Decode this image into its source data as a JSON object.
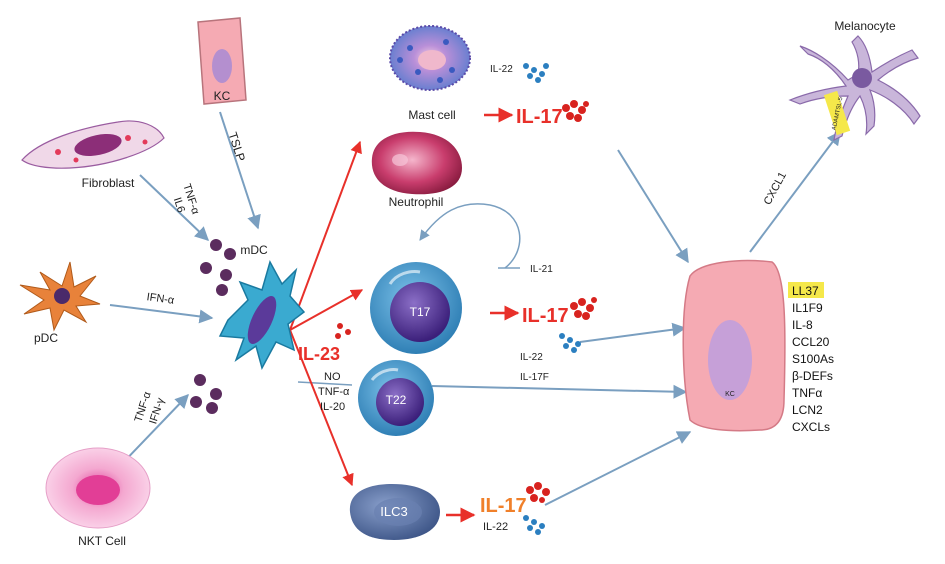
{
  "cells": {
    "kc_top": "KC",
    "fibroblast": "Fibroblast",
    "pdc": "pDC",
    "nkt": "NKT Cell",
    "mdc": "mDC",
    "mast": "Mast cell",
    "neutrophil": "Neutrophil",
    "t17": "T17",
    "t22": "T22",
    "ilc3": "ILC3",
    "kc_right": "KC",
    "melanocyte": "Melanocyte",
    "adamtsl5": "ADAMTSL-5"
  },
  "signals": {
    "tslp": "TSLP",
    "tnfa": "TNF-α",
    "il6": "IL6",
    "ifna": "IFN-α",
    "nkt_tnfa": "TNF-α",
    "nkt_ifng": "IFN-γ",
    "il23": "IL-23",
    "no": "NO",
    "tnfa2": "TNF-α",
    "il20": "IL-20",
    "il22_mast": "IL-22",
    "il17_mast": "IL-17",
    "il21": "IL-21",
    "il17_t17": "IL-17",
    "il22_t17": "IL-22",
    "il17f": "IL-17F",
    "il17_ilc3": "IL-17",
    "il22_ilc3": "IL-22",
    "cxcl1": "CXCL1"
  },
  "kc_products": [
    "LL37",
    "IL1F9",
    "IL-8",
    "CCL20",
    "S100As",
    "β-DEFs",
    "TNFα",
    "LCN2",
    "CXCLs"
  ],
  "colors": {
    "red_arrow": "#e8302a",
    "blue_arrow": "#7a9fc0",
    "highlight": "#f5e84a",
    "dots_purple": "#5b2c5e",
    "dots_blue": "#2b7fc0",
    "red_cytokine": "#d8231f"
  }
}
